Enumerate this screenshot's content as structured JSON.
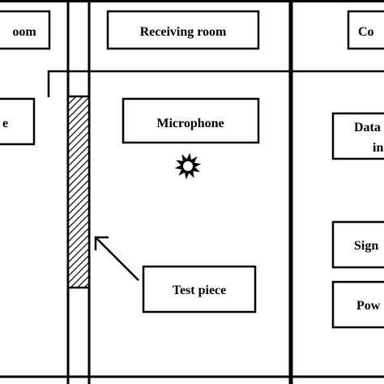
{
  "labels": {
    "source_room": "oom",
    "receiving_room": "Receiving room",
    "control_room": "Co",
    "source_box": "e",
    "microphone": "Microphone",
    "test_piece": "Test piece",
    "data_line1": "Data",
    "data_line2": "in",
    "signal": "Sign",
    "power": "Pow"
  },
  "colors": {
    "line": "#000000",
    "background": "#ffffff"
  },
  "icons": {
    "microphone_symbol": "burst-star-icon",
    "arrow": "arrow-icon"
  }
}
